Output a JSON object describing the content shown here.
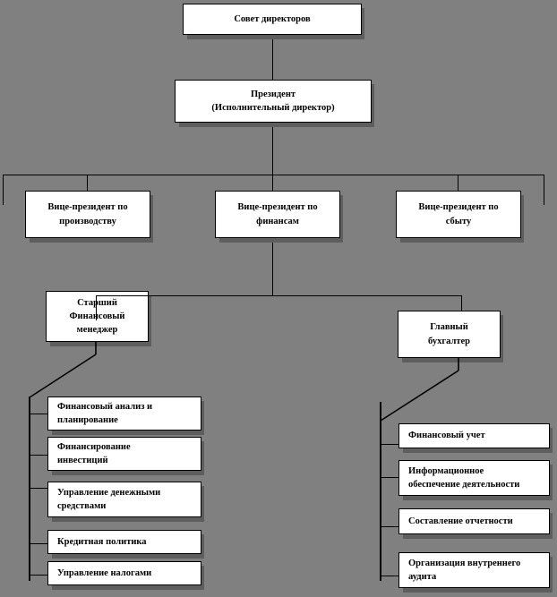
{
  "diagram": {
    "title": "Организационная структура финансовой службы",
    "type": "org-chart",
    "language": "ru",
    "colors": {
      "background": "#808080",
      "node_fill": "#ffffff",
      "node_border": "#000000",
      "shadow": "#5e5e5e",
      "text": "#000000"
    },
    "nodes": {
      "board": {
        "label": "Совет директоров"
      },
      "president": {
        "label": "Президент\n(Исполнительный директор)"
      },
      "vp_production": {
        "label": "Вице-президент по\nпроизводству"
      },
      "vp_finance": {
        "label": "Вице-президент по\nфинансам"
      },
      "vp_sales": {
        "label": "Вице-президент по\nсбыту"
      },
      "senior_financial_manager": {
        "label": "Старший\nФинансовый\nменеджер"
      },
      "chief_accountant": {
        "label": "Главный\nбухгалтер"
      }
    },
    "left_branch": {
      "parent": "senior_financial_manager",
      "items": [
        {
          "label": "Финансовый анализ и\nпланирование"
        },
        {
          "label": "Финансирование\nинвестиций"
        },
        {
          "label": "Управление денежными\nсредствами"
        },
        {
          "label": "Кредитная политика"
        },
        {
          "label": "Управление налогами"
        }
      ]
    },
    "right_branch": {
      "parent": "chief_accountant",
      "items": [
        {
          "label": "Финансовый учет"
        },
        {
          "label": "Информационное\nобеспечение деятельности"
        },
        {
          "label": "Составление  отчетности"
        },
        {
          "label": "Организация внутреннего\nаудита"
        }
      ]
    }
  }
}
